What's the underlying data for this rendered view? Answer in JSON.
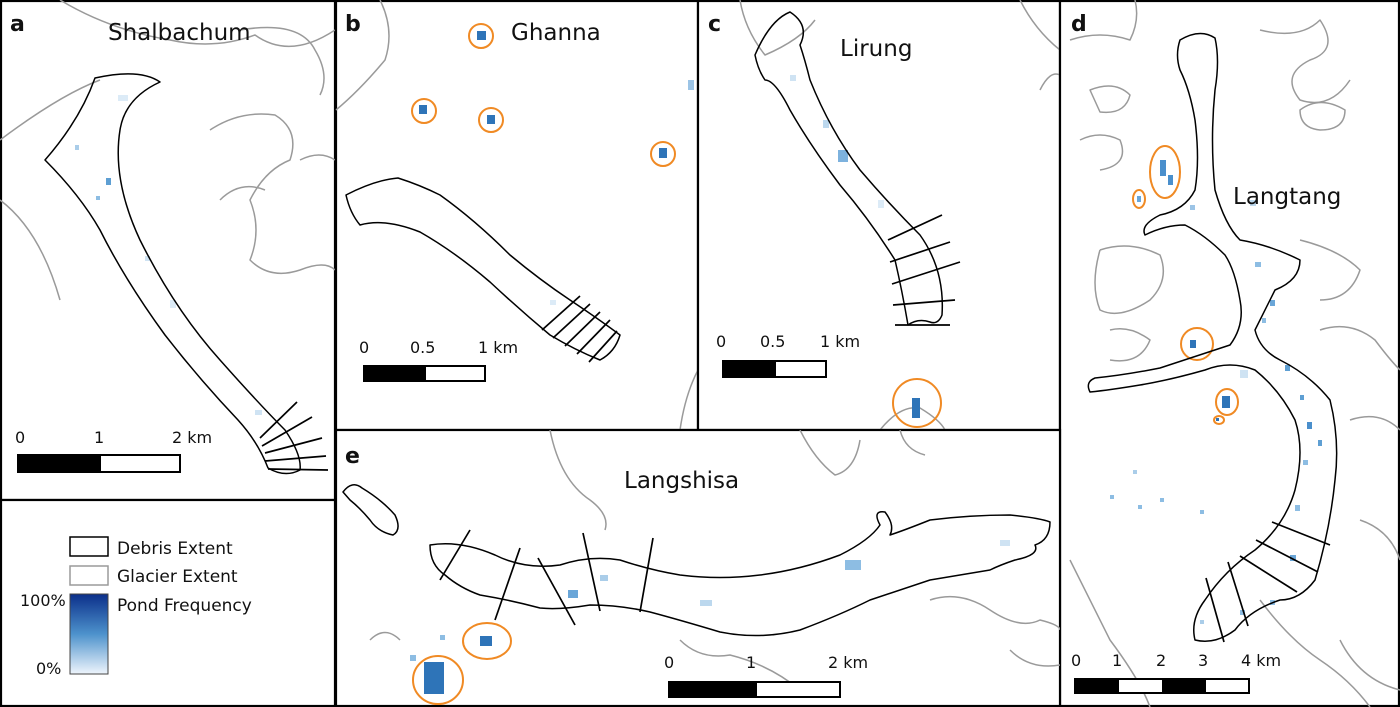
{
  "panels": {
    "a": {
      "letter": "a",
      "name": "Shalbachum",
      "scale": [
        "0",
        "1",
        "2 km"
      ]
    },
    "b": {
      "letter": "b",
      "name": "Ghanna",
      "scale": [
        "0",
        "0.5",
        "1 km"
      ]
    },
    "c": {
      "letter": "c",
      "name": "Lirung",
      "scale": [
        "0",
        "0.5",
        "1 km"
      ]
    },
    "d": {
      "letter": "d",
      "name": "Langtang",
      "scale": [
        "0",
        "1",
        "2",
        "3",
        "4 km"
      ]
    },
    "e": {
      "letter": "e",
      "name": "Langshisa",
      "scale": [
        "0",
        "1",
        "2 km"
      ]
    }
  },
  "legend": {
    "debris": "Debris Extent",
    "glacier": "Glacier Extent",
    "pond": "Pond Frequency",
    "max": "100%",
    "min": "0%"
  },
  "colors": {
    "debris_outline": "#000000",
    "glacier_outline": "#9a9a9a",
    "pond_high": "#0b2f8a",
    "pond_low": "#eaf3fb",
    "highlight_ring": "#f08a24"
  }
}
